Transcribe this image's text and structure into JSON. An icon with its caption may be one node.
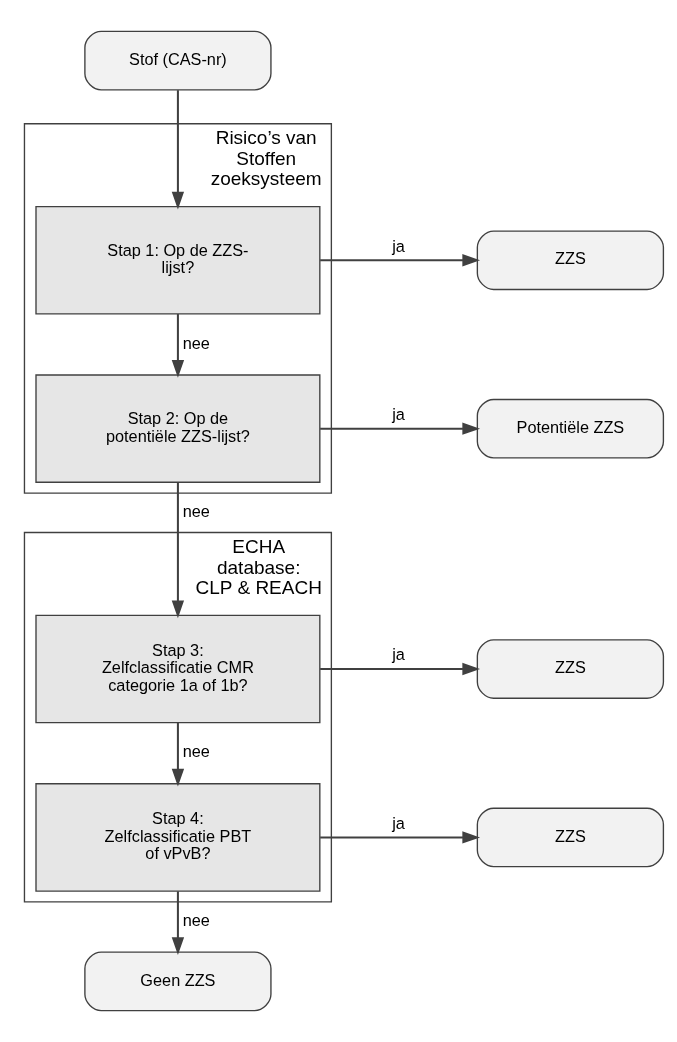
{
  "diagram": {
    "nodes": [
      {
        "text": [
          "Stof (CAS-nr)"
        ]
      },
      {
        "text": [
          "Risico’s van Stoffen zoeksysteem"
        ]
      },
      {
        "text": [
          "Stap 1: Op de ZZS-lijst?"
        ],
        "in": 1
      },
      {
        "text": [
          "ZZS"
        ]
      },
      {
        "text": [
          "Stap 2: Op de potentiële ZZS-lijst?"
        ],
        "in": 1
      },
      {
        "text": [
          "Potentiële ZZS"
        ]
      },
      {
        "text": [
          "ECHA database: CLP & REACH"
        ]
      },
      {
        "text": [
          "Stap 3: Zelfclassificatie CMR categorie 1a of 1b?"
        ],
        "in": 6
      },
      {
        "text": [
          "ZZS"
        ]
      },
      {
        "text": [
          "Stap 4: Zelfclassificatie PBT of vPvB?"
        ],
        "in": 6
      },
      {
        "text": [
          "ZZS"
        ]
      },
      {
        "text": [
          "Geen ZZS"
        ]
      }
    ],
    "edges": [
      {
        "from": 0,
        "to": 2,
        "arrow": "to"
      },
      {
        "from": 2,
        "to": 3,
        "arrow": "to",
        "label": "ja"
      },
      {
        "from": 2,
        "to": 4,
        "arrow": "to",
        "label": "nee"
      },
      {
        "from": 4,
        "to": 5,
        "arrow": "to",
        "label": "ja"
      },
      {
        "from": 4,
        "to": 7,
        "arrow": "to",
        "label": "nee"
      },
      {
        "from": 7,
        "to": 8,
        "arrow": "to",
        "label": "ja"
      },
      {
        "from": 7,
        "to": 9,
        "arrow": "to",
        "label": "nee"
      },
      {
        "from": 9,
        "to": 10,
        "arrow": "to",
        "label": "ja"
      },
      {
        "from": 9,
        "to": 11,
        "arrow": "to",
        "label": "nee"
      }
    ]
  }
}
